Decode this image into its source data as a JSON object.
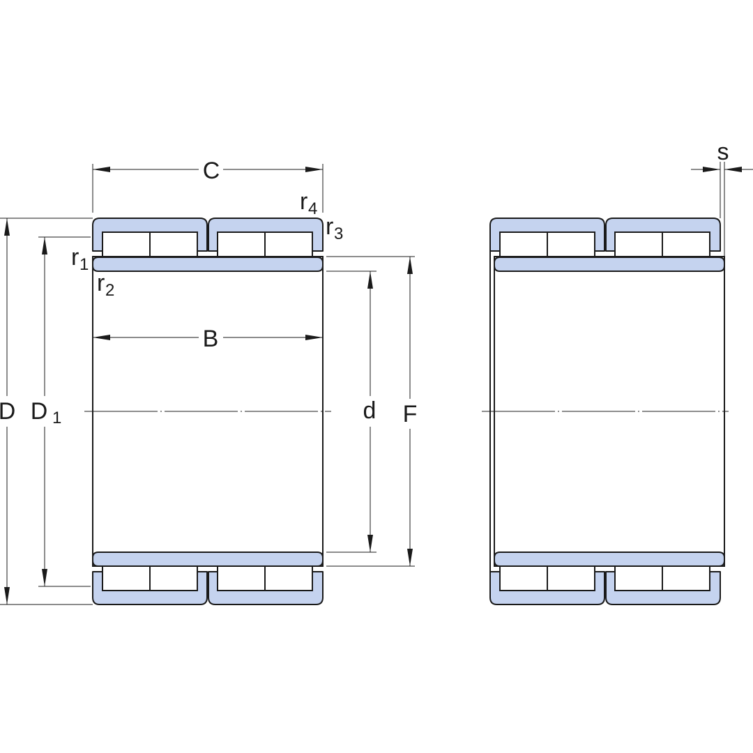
{
  "labels": {
    "C": "C",
    "B": "B",
    "D": "D",
    "D1_main": "D",
    "D1_sub": "1",
    "d": "d",
    "F": "F",
    "s": "s",
    "r1_main": "r",
    "r1_sub": "1",
    "r2_main": "r",
    "r2_sub": "2",
    "r3_main": "r",
    "r3_sub": "3",
    "r4_main": "r",
    "r4_sub": "4"
  },
  "colors": {
    "ring_fill": "#c5d3ef",
    "line": "#1a1a1a",
    "background": "#ffffff"
  }
}
